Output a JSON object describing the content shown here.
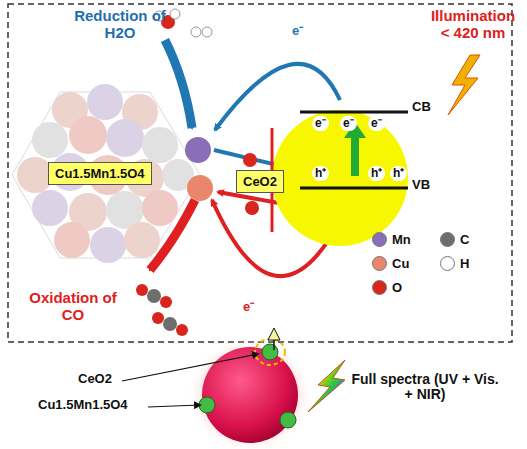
{
  "diagram": {
    "nodes": [
      {
        "text": [
          "Cu1.5Mn1.5O4"
        ]
      },
      {
        "text": [
          "CeO2"
        ]
      }
    ],
    "labels": [
      "Reduction of H2O",
      "e⁻",
      "Illumination < 420 nm",
      "e⁻",
      "e⁻",
      "e⁻",
      "CB",
      "h⁺",
      "h⁺",
      "h⁺",
      "VB",
      "e⁻",
      "Oxidation of CO",
      "CeO2",
      "Cu1.5Mn1.5O4",
      "Full spectra (UV + Vis. + NIR)"
    ],
    "legend": [
      {
        "text": "Mn",
        "color": "#8a6fb8"
      },
      {
        "text": "C",
        "color": "#6e6e6e"
      },
      {
        "text": "Cu",
        "color": "#e9876c"
      },
      {
        "text": "H",
        "color": "#ffffff"
      },
      {
        "text": "O",
        "color": "#d8261c"
      }
    ]
  }
}
